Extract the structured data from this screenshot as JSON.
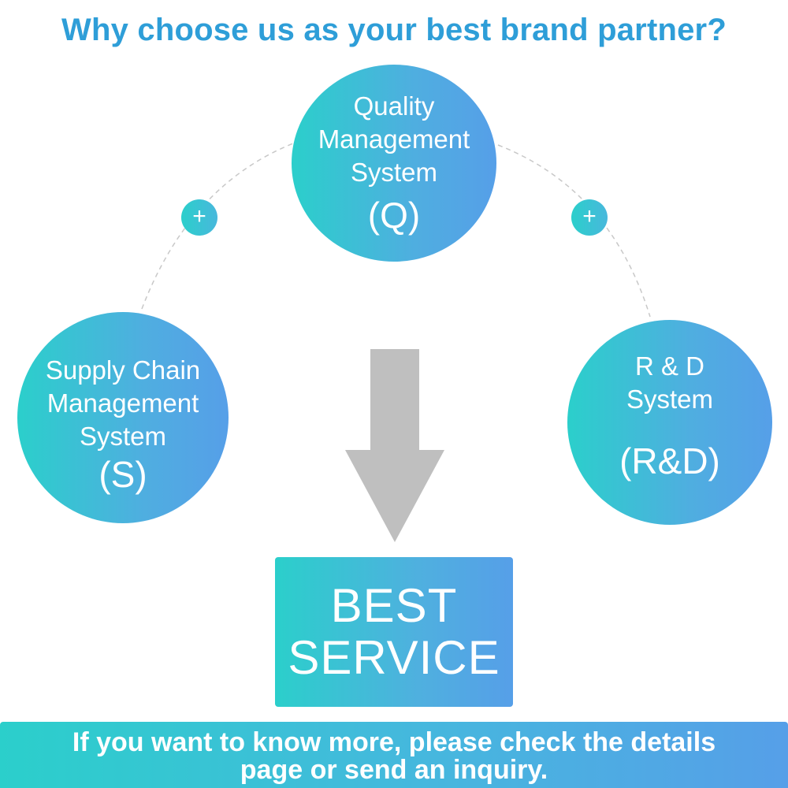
{
  "title": "Why choose us as your best brand partner?",
  "nodes": {
    "quality": {
      "lines": [
        "Quality",
        "Management",
        "System"
      ],
      "code": "(Q)"
    },
    "supply": {
      "lines": [
        "Supply Chain",
        "Management",
        "System"
      ],
      "code": "(S)"
    },
    "rd": {
      "lines": [
        "R & D",
        "System"
      ],
      "code": "(R&D)"
    }
  },
  "plus_symbol": "+",
  "result": {
    "line1": "BEST",
    "line2": "SERVICE"
  },
  "footer": {
    "line1": "If you want to know more, please check the details",
    "line2": "page or send an inquiry."
  },
  "colors": {
    "title": "#2e9ed8",
    "gradient_start": "#2bcfcb",
    "gradient_end": "#569fe8",
    "arrow": "#bfbfbf",
    "dashed_line": "#c8c8c8"
  }
}
